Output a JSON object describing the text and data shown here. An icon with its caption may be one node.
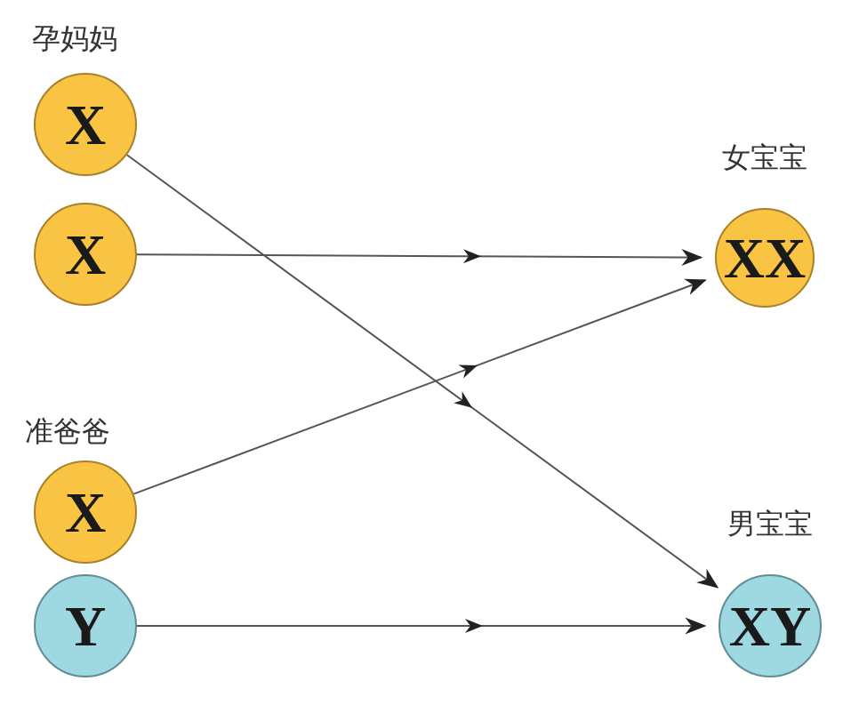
{
  "diagram": {
    "nodes": [
      {
        "text": [
          "X"
        ]
      },
      {
        "text": [
          "X"
        ]
      },
      {
        "text": [
          "X"
        ]
      },
      {
        "text": [
          "Y"
        ]
      },
      {
        "text": [
          "女宝宝",
          "XX"
        ]
      },
      {
        "text": [
          "男宝宝",
          "XY"
        ]
      }
    ],
    "edges": [
      {
        "from": 0,
        "to": 5,
        "arrow": "to"
      },
      {
        "from": 1,
        "to": 4,
        "arrow": "to"
      },
      {
        "from": 2,
        "to": 4,
        "arrow": "to"
      },
      {
        "from": 3,
        "to": 5,
        "arrow": "to"
      }
    ],
    "labels": [
      "孕妈妈",
      "准爸爸"
    ]
  }
}
